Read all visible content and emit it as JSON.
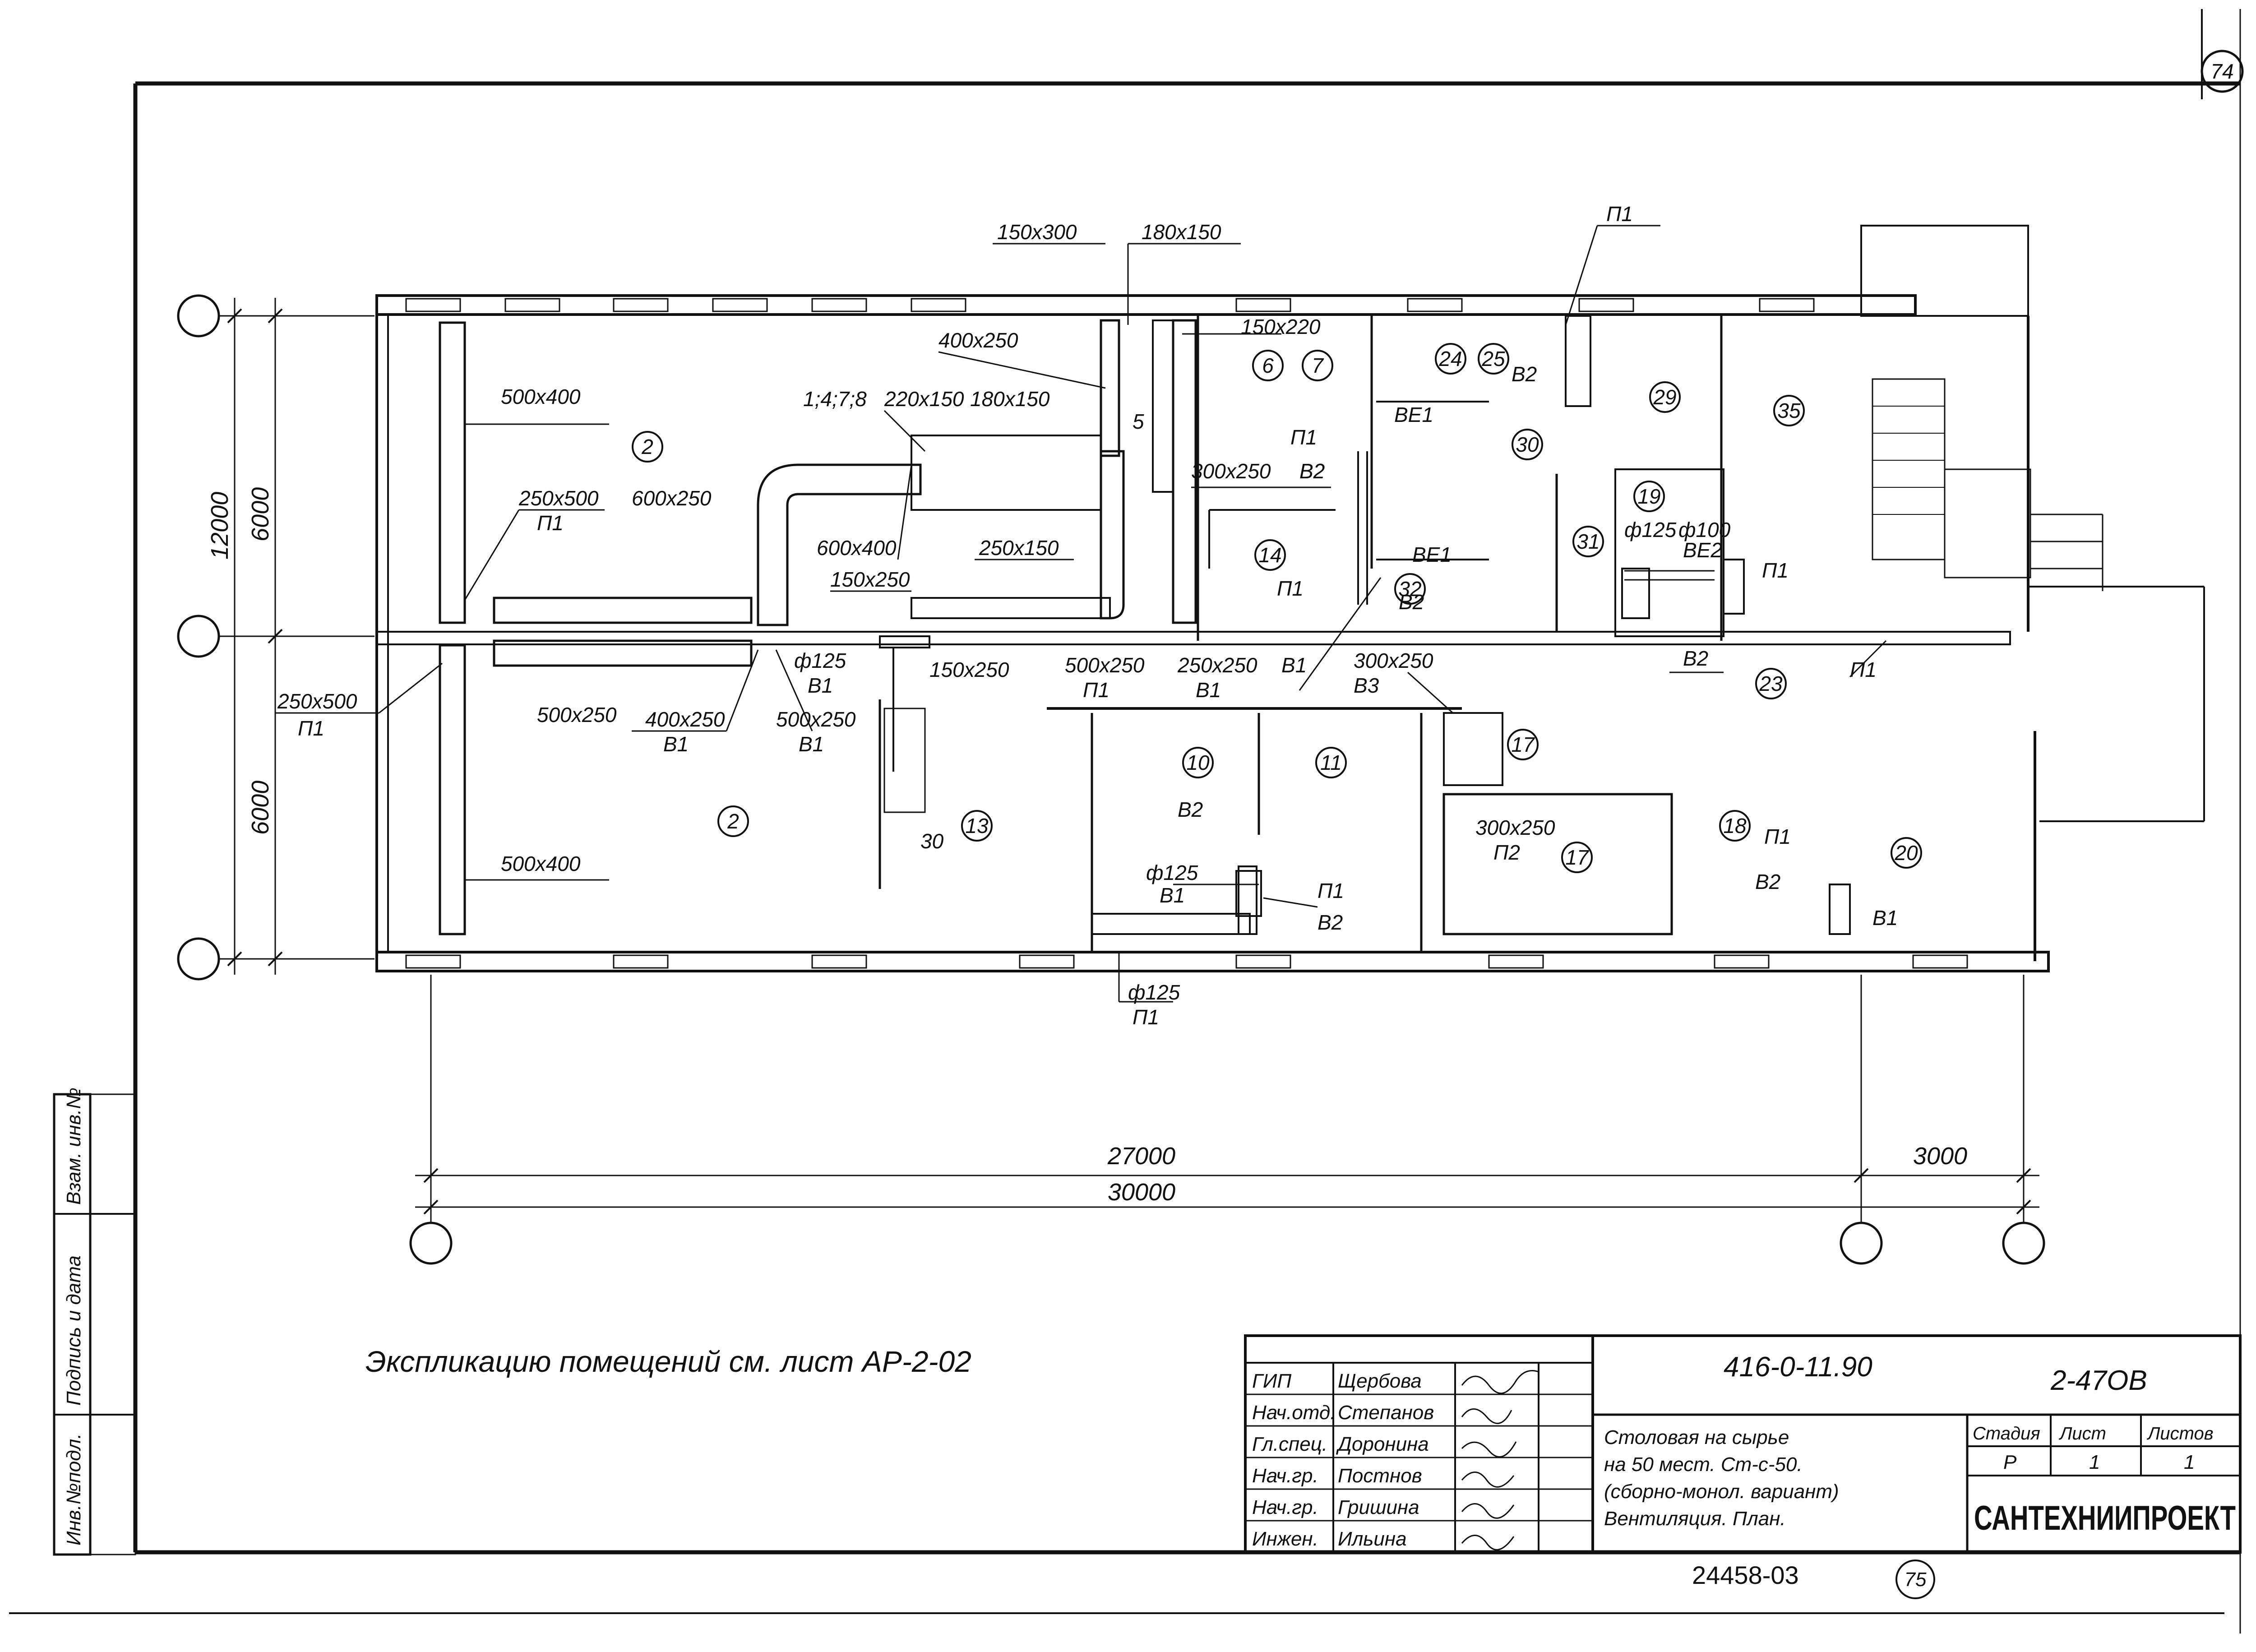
{
  "sheet_number_top": "74",
  "sheet_number_bottom": "75",
  "archive_number": "24458-03",
  "dimensions": {
    "height_total": "12000",
    "height_upper": "6000",
    "height_lower": "6000",
    "width_main": "27000",
    "width_ext": "3000",
    "width_total": "30000"
  },
  "ducts": {
    "d500x400_top": "500x400",
    "d500x400_bot": "500x400",
    "d250x500_top": "250x500",
    "d250x500_top_sys": "П1",
    "d250x500_left": "250x500",
    "d250x500_left_sys": "П1",
    "d600x250": "600x250",
    "d500x250": "500x250",
    "d400x250_low": "400x250",
    "d400x250_low_sys": "В1",
    "d500x250_low": "500x250",
    "d500x250_low_sys": "В1",
    "d150x300": "150x300",
    "d180x150_top": "180x150",
    "d400x250": "400x250",
    "d_marks": "1;4;7;8",
    "d220x150": "220x150",
    "d180x150": "180x150",
    "d600x400": "600x400",
    "d250x150": "250x150",
    "d150x250_a": "150x250",
    "d150x250_b": "150x250",
    "d5": "5",
    "d150x220": "150x220",
    "d300x250_a": "300x250",
    "d300x250_a_sys": "В2",
    "d_phi125_a": "ф125",
    "d_phi125_a_sys": "В1",
    "d500x250_mid": "500x250",
    "d500x250_mid_sys": "П1",
    "d250x250": "250x250",
    "d250x250_sys": "В1",
    "d_b1": "В1",
    "d300x250_b": "300x250",
    "d300x250_b_sys": "В3",
    "d300x250_c": "300x250",
    "d300x250_c_sys": "П2",
    "d_phi125_b": "ф125",
    "d_phi125_b_sys": "В1",
    "d_phi125_c": "ф125",
    "d_phi125_c_sys": "П1",
    "d_phi125_d": "ф125",
    "d_phi100": "ф100",
    "d_be2": "ВЕ2",
    "d_30": "30"
  },
  "systems": {
    "p1_top": "П1",
    "b2_top": "В2",
    "be1_a": "ВЕ1",
    "p1_a": "П1",
    "b2_a": "В2",
    "be1_b": "ВЕ1",
    "p1_b": "П1",
    "b2_b": "В2",
    "p1_r": "П1",
    "b2_r": "В2",
    "p1_r2": "П1",
    "b2_mid": "В2",
    "p1_mid": "П1",
    "b2_mid2": "В2",
    "p1_20": "П1",
    "b2_20": "В2",
    "b1_20": "В1"
  },
  "rooms": [
    "2",
    "2",
    "13",
    "10",
    "11",
    "6",
    "7",
    "14",
    "24",
    "25",
    "30",
    "32",
    "29",
    "19",
    "31",
    "35",
    "23",
    "17",
    "17",
    "18",
    "20"
  ],
  "note": "Экспликацию помещений см. лист АР-2-02",
  "side_stamp": [
    "Инв.№подл.",
    "Подпись и дата",
    "Взам. инв.№"
  ],
  "title_block": {
    "roles": [
      "ГИП",
      "Нач.отд.",
      "Гл.спец.",
      "Нач.гр.",
      "Нач.гр.",
      "Инжен."
    ],
    "names": [
      "Щербова",
      "Степанов",
      "Доронина",
      "Постнов",
      "Гришина",
      "Ильина"
    ],
    "doc_code": "416-0-11.90",
    "sheet_code": "2-47ОВ",
    "description": [
      "Столовая на сырье",
      "на 50 мест. Ст-с-50.",
      "(сборно-монол. вариант)",
      "Вентиляция. План."
    ],
    "stage_header": "Стадия",
    "sheet_header": "Лист",
    "sheets_header": "Листов",
    "stage": "Р",
    "sheet": "1",
    "sheets": "1",
    "organization": "САНТЕХНИИПРОЕКТ"
  }
}
